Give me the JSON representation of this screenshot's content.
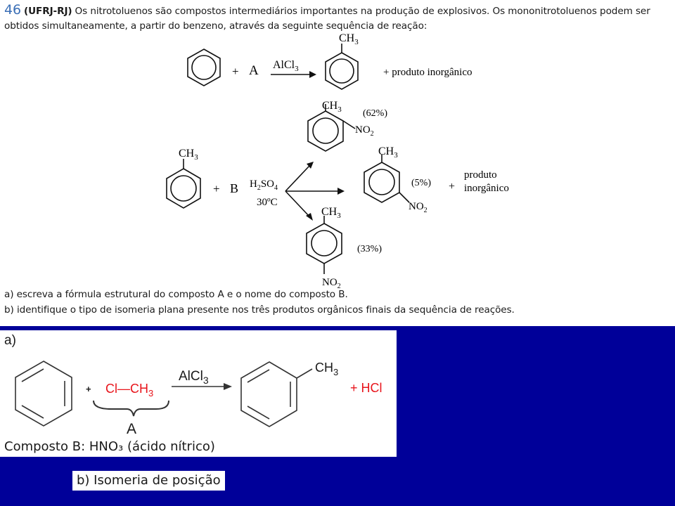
{
  "question": {
    "number": "46",
    "source": "(UFRJ-RJ)",
    "text": "Os nitrotoluenos são compostos intermediários importantes na produção de explosivos. Os mononitrotoluenos podem ser obtidos simultaneamente, a partir do benzeno, através da seguinte sequência de reação:",
    "item_a": "a) escreva a fórmula estrutural do composto A e o nome do composto B.",
    "item_b": "b) identifique o tipo de isomeria plana presente nos três produtos orgânicos finais da sequência de reações."
  },
  "reaction1": {
    "plus": "+",
    "reagent": "A",
    "catalyst": "AlCl",
    "catalyst_sub": "3",
    "product_group": "CH",
    "product_group_sub": "3",
    "byproduct": "+ produto inorgânico"
  },
  "reaction2": {
    "reactant_group": "CH",
    "reactant_group_sub": "3",
    "plus": "+",
    "reagent": "B",
    "cond_top": "H",
    "cond_top_sub1": "2",
    "cond_top_mid": "SO",
    "cond_top_sub2": "4",
    "cond_bottom": "30ºC",
    "ortho": {
      "group": "CH",
      "group_sub": "3",
      "nitro": "NO",
      "nitro_sub": "2",
      "percent": "(62%)"
    },
    "meta": {
      "group": "CH",
      "group_sub": "3",
      "nitro": "NO",
      "nitro_sub": "2",
      "percent": "(5%)",
      "plus": "+",
      "by1": "produto",
      "by2": "inorgânico"
    },
    "para": {
      "group": "CH",
      "group_sub": "3",
      "nitro": "NO",
      "nitro_sub": "2",
      "percent": "(33%)"
    }
  },
  "answer": {
    "label_a": "a)",
    "plus1": "+",
    "reagent": "Cl—CH",
    "reagent_sub": "3",
    "catalyst": "AlCl",
    "catalyst_sub": "3",
    "product_group": "CH",
    "product_group_sub": "3",
    "byproduct": "+ HCl",
    "brace_label": "A",
    "compound_b": "Composto B: HNO₃ (ácido nítrico)",
    "answer_b": "b) Isomeria de posição"
  },
  "colors": {
    "number_blue": "#3b6fb6",
    "background_navy": "#000099",
    "answer_red": "#e8141b"
  }
}
